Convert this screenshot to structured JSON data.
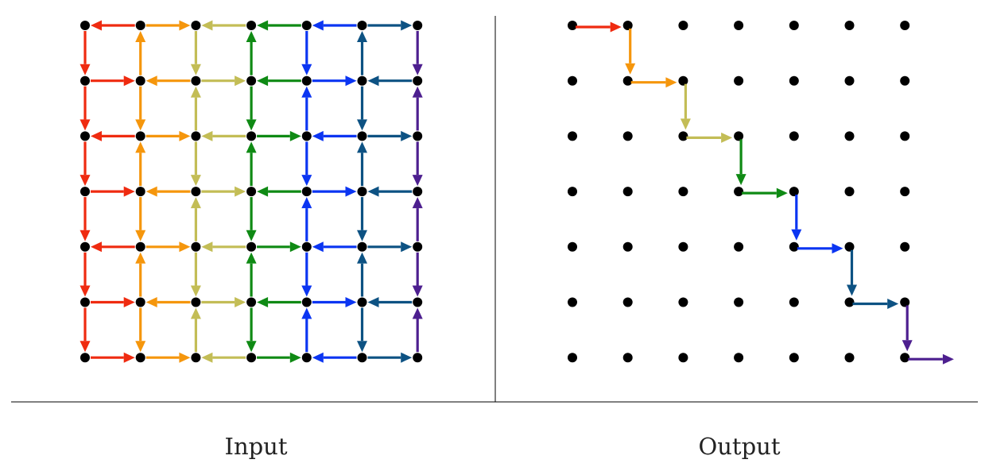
{
  "captions": {
    "left": "Input",
    "right": "Output"
  },
  "grid": {
    "rows": 7,
    "cols": 7
  },
  "colors": {
    "dot": "#000000",
    "divider": "#000000",
    "columns": [
      "#ef2b10",
      "#f5960c",
      "#c3bd56",
      "#0f8a14",
      "#0b35f2",
      "#0d5283",
      "#4d1f8f"
    ]
  },
  "input_panel": {
    "horizontal_arrows": [
      {
        "row": 0,
        "dirs": [
          -1,
          1,
          -1,
          -1,
          -1,
          1
        ]
      },
      {
        "row": 1,
        "dirs": [
          1,
          -1,
          1,
          -1,
          1,
          -1
        ]
      },
      {
        "row": 2,
        "dirs": [
          -1,
          1,
          -1,
          1,
          -1,
          1
        ]
      },
      {
        "row": 3,
        "dirs": [
          1,
          -1,
          1,
          -1,
          1,
          -1
        ]
      },
      {
        "row": 4,
        "dirs": [
          -1,
          1,
          -1,
          1,
          -1,
          1
        ]
      },
      {
        "row": 5,
        "dirs": [
          1,
          -1,
          1,
          -1,
          1,
          -1
        ]
      },
      {
        "row": 6,
        "dirs": [
          1,
          1,
          -1,
          1,
          -1,
          1
        ]
      }
    ],
    "vertical_arrows": [
      {
        "col": 0,
        "dirs": [
          1,
          1,
          1,
          1,
          1,
          1
        ]
      },
      {
        "col": 1,
        "dirs": [
          -1,
          1,
          -1,
          1,
          -1,
          1
        ]
      },
      {
        "col": 2,
        "dirs": [
          1,
          -1,
          1,
          -1,
          1,
          -1
        ]
      },
      {
        "col": 3,
        "dirs": [
          -1,
          1,
          -1,
          1,
          -1,
          1
        ]
      },
      {
        "col": 4,
        "dirs": [
          1,
          -1,
          1,
          -1,
          1,
          -1
        ]
      },
      {
        "col": 5,
        "dirs": [
          -1,
          1,
          -1,
          1,
          -1,
          1
        ]
      },
      {
        "col": 6,
        "dirs": [
          1,
          -1,
          1,
          -1,
          1,
          -1
        ]
      }
    ]
  },
  "output_panel": {
    "path": [
      [
        0,
        0
      ],
      [
        1,
        0
      ],
      [
        1,
        1
      ],
      [
        2,
        1
      ],
      [
        2,
        2
      ],
      [
        3,
        2
      ],
      [
        3,
        3
      ],
      [
        4,
        3
      ],
      [
        4,
        4
      ],
      [
        5,
        4
      ],
      [
        5,
        5
      ],
      [
        6,
        5
      ],
      [
        6,
        6
      ],
      [
        7,
        6
      ]
    ]
  }
}
